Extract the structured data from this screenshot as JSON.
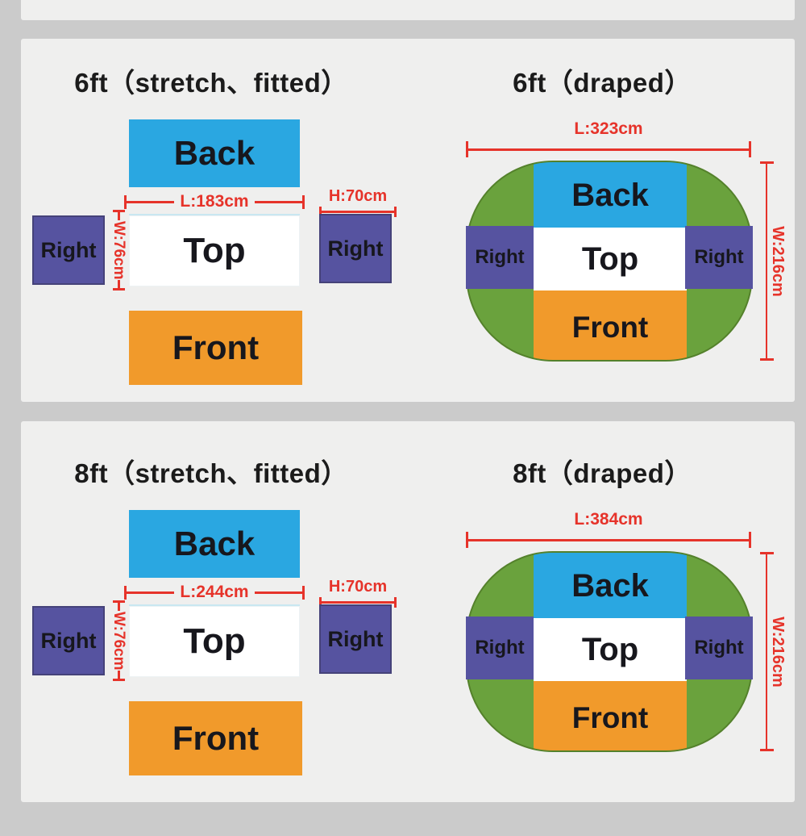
{
  "sections": [
    {
      "fitted": {
        "title": "6ft（stretch、fitted）",
        "labels": {
          "back": "Back",
          "top": "Top",
          "front": "Front",
          "right": "Right"
        },
        "dims": {
          "length": "L:183cm",
          "height": "H:70cm",
          "width": "W:76cm"
        }
      },
      "draped": {
        "title": "6ft（draped）",
        "labels": {
          "back": "Back",
          "top": "Top",
          "front": "Front",
          "right": "Right"
        },
        "dims": {
          "length": "L:323cm",
          "width": "W:216cm"
        }
      }
    },
    {
      "fitted": {
        "title": "8ft（stretch、fitted）",
        "labels": {
          "back": "Back",
          "top": "Top",
          "front": "Front",
          "right": "Right"
        },
        "dims": {
          "length": "L:244cm",
          "height": "H:70cm",
          "width": "W:76cm"
        }
      },
      "draped": {
        "title": "8ft（draped）",
        "labels": {
          "back": "Back",
          "top": "Top",
          "front": "Front",
          "right": "Right"
        },
        "dims": {
          "length": "L:384cm",
          "width": "W:216cm"
        }
      }
    }
  ],
  "colors": {
    "page_background": "#cbcbcb",
    "panel_background": "#efefee",
    "back_blue": "#2aa7e1",
    "right_purple": "#5653a0",
    "front_orange": "#f19a2b",
    "draped_green": "#6aa23d",
    "dimension_red": "#e6332a",
    "label_text": "#17171d"
  }
}
